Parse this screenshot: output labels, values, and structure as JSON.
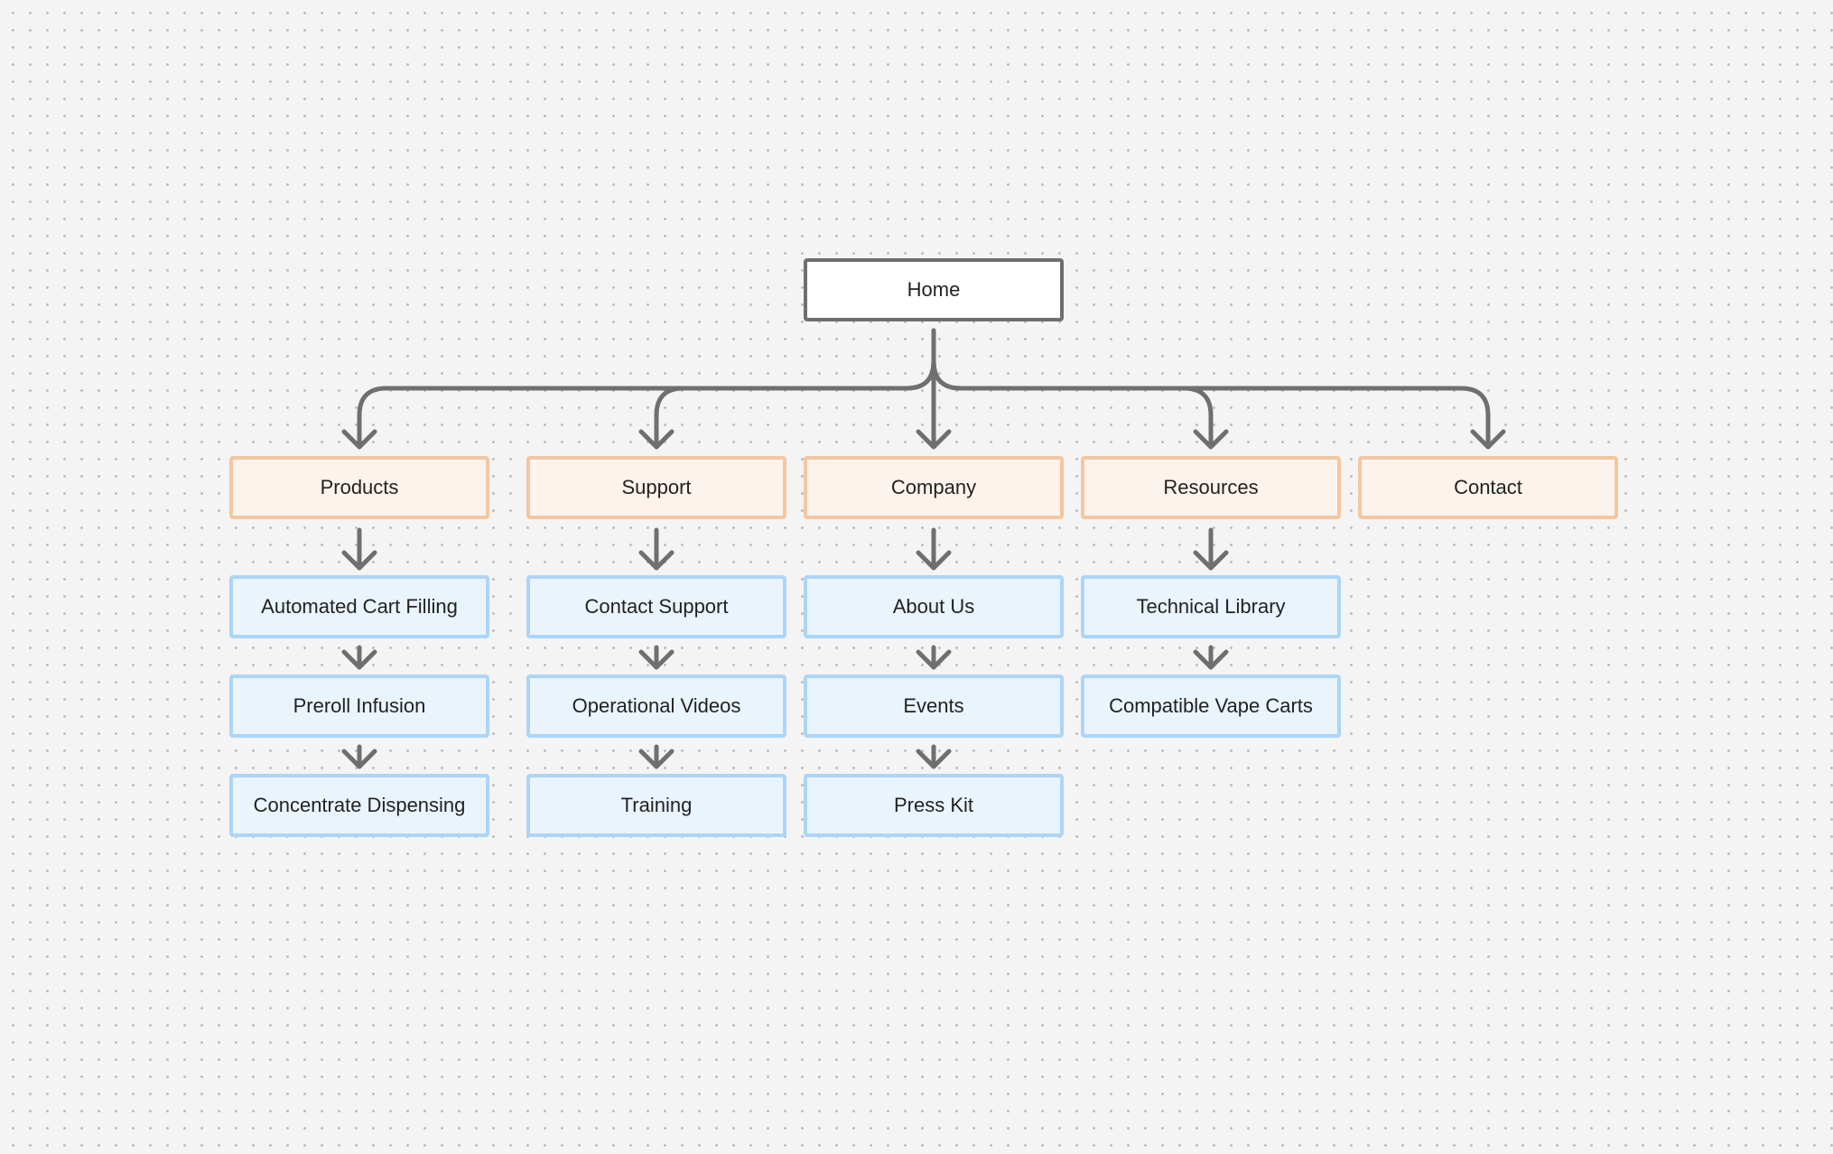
{
  "diagram": {
    "root": {
      "label": "Home"
    },
    "sections": [
      {
        "label": "Products",
        "children": [
          "Automated Cart Filling",
          "Preroll Infusion",
          "Concentrate Dispensing"
        ]
      },
      {
        "label": "Support",
        "children": [
          "Contact Support",
          "Operational Videos",
          "Training"
        ]
      },
      {
        "label": "Company",
        "children": [
          "About Us",
          "Events",
          "Press Kit"
        ]
      },
      {
        "label": "Resources",
        "children": [
          "Technical Library",
          "Compatible Vape Carts"
        ]
      },
      {
        "label": "Contact",
        "children": []
      }
    ],
    "colors": {
      "connector": "#6f6f6f",
      "root_border": "#6f6f6f",
      "root_fill": "#ffffff",
      "section_border": "#f3c7a2",
      "section_fill": "#fcf3ed",
      "page_border": "#acd5f8",
      "page_fill": "#eaf4fd"
    }
  }
}
